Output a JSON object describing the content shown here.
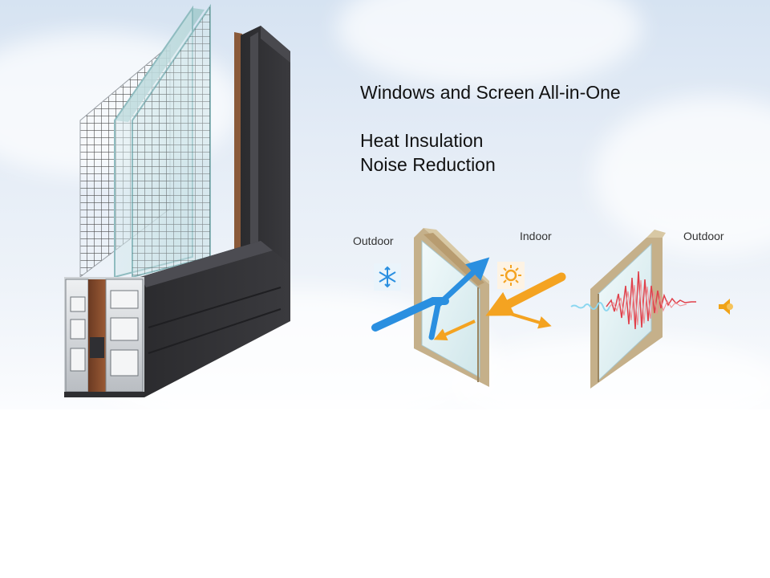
{
  "text": {
    "headline": "Windows and Screen All-in-One",
    "features": [
      "Heat Insulation",
      "Noise Reduction"
    ]
  },
  "diagram": {
    "labels": {
      "outdoor_left": "Outdoor",
      "indoor": "Indoor",
      "outdoor_right": "Outdoor"
    },
    "icons": [
      "window-cross-section",
      "snowflake-icon",
      "sun-icon",
      "speaker-icon"
    ]
  },
  "colors": {
    "cold_arrow": "#2a8fe0",
    "heat_arrow": "#f4a321",
    "sound_wave": "#e0404a",
    "frame": "#2e2e31",
    "glass": "#cfe6ea"
  }
}
